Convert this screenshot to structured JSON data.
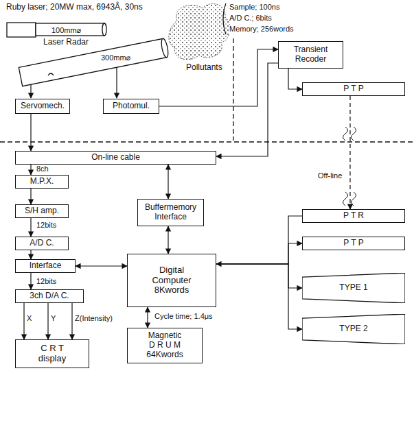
{
  "diagram": {
    "nodes": [
      {
        "text": [
          "Servomech."
        ]
      },
      {
        "text": [
          "Photomul."
        ]
      },
      {
        "text": [
          "Transient Recoder"
        ]
      },
      {
        "text": [
          "P T P"
        ]
      },
      {
        "text": [
          "On-line cable"
        ]
      },
      {
        "text": [
          "M.P.X."
        ]
      },
      {
        "text": [
          "S/H amp."
        ]
      },
      {
        "text": [
          "A/D C."
        ]
      },
      {
        "text": [
          "Interface"
        ]
      },
      {
        "text": [
          "3ch D/A C."
        ]
      },
      {
        "text": [
          "C R T display"
        ]
      },
      {
        "text": [
          "Buffermemory Interface"
        ]
      },
      {
        "text": [
          "Digital Computer",
          "8Kwords"
        ]
      },
      {
        "text": [
          "Magnetic",
          "D R U M",
          "64Kwords"
        ]
      },
      {
        "text": [
          "P T R"
        ]
      },
      {
        "text": [
          "P T P"
        ]
      },
      {
        "text": [
          "TYPE 1"
        ]
      },
      {
        "text": [
          "TYPE 2"
        ]
      }
    ],
    "edges": [
      {
        "from": 0,
        "to": 4,
        "arrow": "to"
      },
      {
        "from": 1,
        "to": 2,
        "arrow": "to"
      },
      {
        "from": 2,
        "to": 3,
        "arrow": "to"
      },
      {
        "from": 2,
        "to": 4,
        "arrow": "to"
      },
      {
        "from": 3,
        "to": 14,
        "label": "Off-line",
        "arrow": "to"
      },
      {
        "from": 4,
        "to": 5,
        "label": "8ch",
        "arrow": "to"
      },
      {
        "from": 5,
        "to": 6,
        "arrow": "to"
      },
      {
        "from": 6,
        "to": 7,
        "label": "12bits",
        "arrow": "to"
      },
      {
        "from": 7,
        "to": 8,
        "arrow": "to"
      },
      {
        "from": 8,
        "to": 12,
        "arrow": "both"
      },
      {
        "from": 8,
        "to": 9,
        "label": "12bits",
        "arrow": "to"
      },
      {
        "from": 9,
        "to": 10,
        "label": "X",
        "arrow": "to"
      },
      {
        "from": 9,
        "to": 10,
        "label": "Y",
        "arrow": "to"
      },
      {
        "from": 9,
        "to": 10,
        "label": "Z(Intensity)",
        "arrow": "to"
      },
      {
        "from": 4,
        "to": 11,
        "arrow": "both"
      },
      {
        "from": 11,
        "to": 12,
        "arrow": "both"
      },
      {
        "from": 12,
        "to": 13,
        "arrow": "both"
      },
      {
        "from": 14,
        "to": 12,
        "arrow": "to"
      },
      {
        "from": 12,
        "to": 15,
        "arrow": "to"
      },
      {
        "from": 12,
        "to": 16,
        "arrow": "to"
      },
      {
        "from": 12,
        "to": 17,
        "arrow": "to"
      }
    ],
    "labels": [
      "Ruby laser; 20MW max, 6943Å, 30ns",
      "100mm⌀",
      "Laser Radar",
      "300mm⌀",
      "Pollutants",
      "Sample; 100ns",
      "A/D C.; 6bits",
      "Memory; 256words",
      "Cycle time; 1.4μs"
    ]
  }
}
